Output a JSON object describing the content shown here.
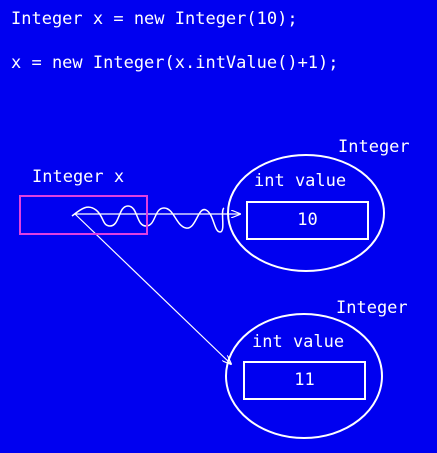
{
  "code": {
    "line1": "Integer x = new Integer(10);",
    "line2": "x = new Integer(x.intValue()+1);"
  },
  "variable": {
    "label": "Integer x"
  },
  "objects": [
    {
      "class_name": "Integer",
      "field_label": "int value",
      "value": "10",
      "status": "old-reference-crossed-out"
    },
    {
      "class_name": "Integer",
      "field_label": "int value",
      "value": "11",
      "status": "current-reference"
    }
  ],
  "colors": {
    "background": "#0000f0",
    "foreground": "#ffffff",
    "variable_box": "#e040e0"
  }
}
